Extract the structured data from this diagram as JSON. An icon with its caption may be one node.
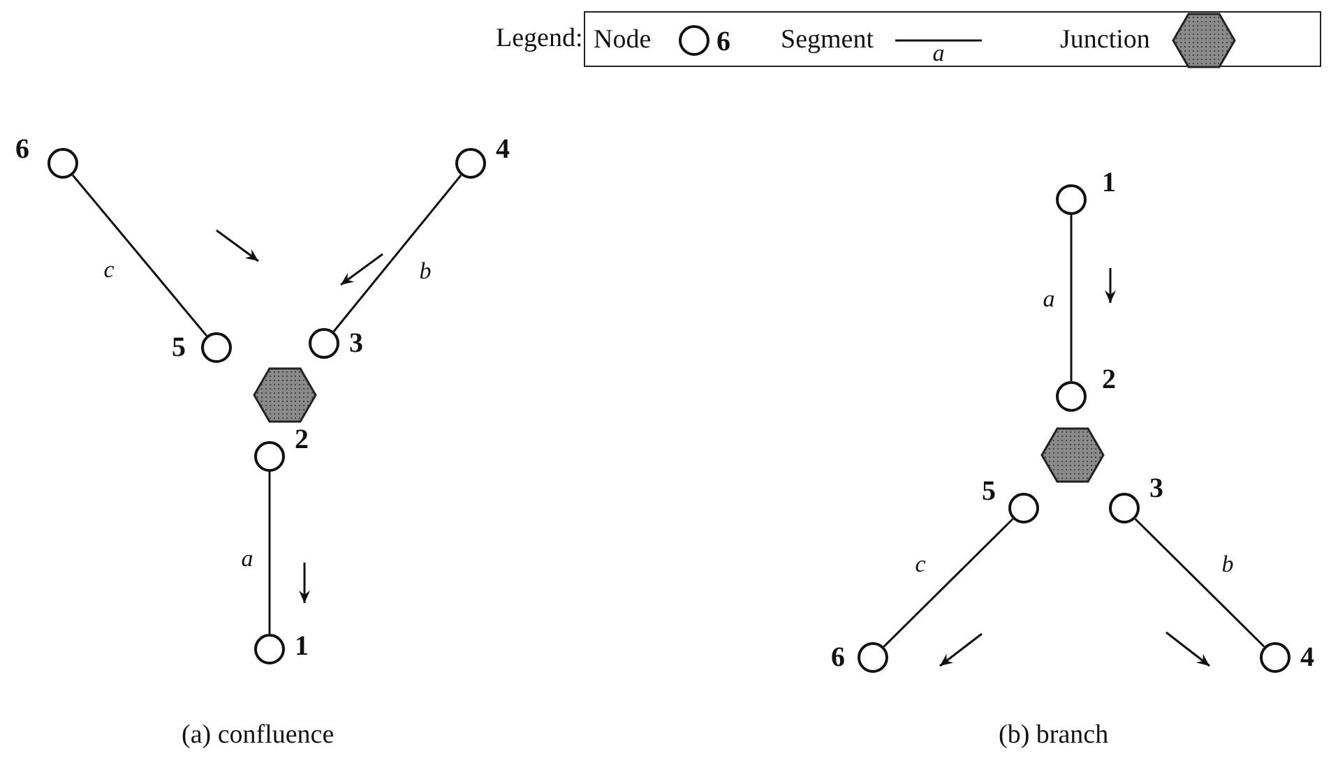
{
  "diagram": {
    "nodes": [
      {
        "text": [],
        "shape": "circle",
        "beside": [
          "6"
        ]
      },
      {
        "text": [],
        "shape": "circle",
        "beside": [
          "4"
        ]
      },
      {
        "text": [],
        "shape": "circle",
        "beside": [
          "5"
        ]
      },
      {
        "text": [],
        "shape": "circle",
        "beside": [
          "3"
        ]
      },
      {
        "text": [],
        "shape": "hexagon"
      },
      {
        "text": [],
        "shape": "circle",
        "beside": [
          "2"
        ]
      },
      {
        "text": [],
        "shape": "circle",
        "beside": [
          "1"
        ]
      },
      {
        "text": [],
        "shape": "circle",
        "beside": [
          "1"
        ]
      },
      {
        "text": [],
        "shape": "circle",
        "beside": [
          "2"
        ]
      },
      {
        "text": [],
        "shape": "hexagon"
      },
      {
        "text": [],
        "shape": "circle",
        "beside": [
          "5"
        ]
      },
      {
        "text": [],
        "shape": "circle",
        "beside": [
          "3"
        ]
      },
      {
        "text": [],
        "shape": "circle",
        "beside": [
          "6"
        ]
      },
      {
        "text": [],
        "shape": "circle",
        "beside": [
          "4"
        ]
      },
      {
        "text": [],
        "shape": "circle",
        "beside": [
          "6"
        ]
      },
      {
        "text": [],
        "shape": "hexagon"
      }
    ],
    "edges": [
      {
        "from": 0,
        "to": 2,
        "arrow": "none",
        "label": "c"
      },
      {
        "from": 1,
        "to": 3,
        "arrow": "none",
        "label": "b"
      },
      {
        "from": 5,
        "to": 6,
        "arrow": "none",
        "label": "a"
      },
      {
        "from": 7,
        "to": 8,
        "arrow": "none",
        "label": "a"
      },
      {
        "from": 11,
        "to": 13,
        "arrow": "none",
        "label": "b"
      },
      {
        "from": 10,
        "to": 12,
        "arrow": "none",
        "label": "c"
      }
    ],
    "labels": [
      "Legend:",
      "a",
      "(a) confluence",
      "(b) branch"
    ],
    "legend": [
      {
        "text": "Node"
      },
      {
        "text": "Segment"
      },
      {
        "text": "Junction"
      }
    ]
  }
}
